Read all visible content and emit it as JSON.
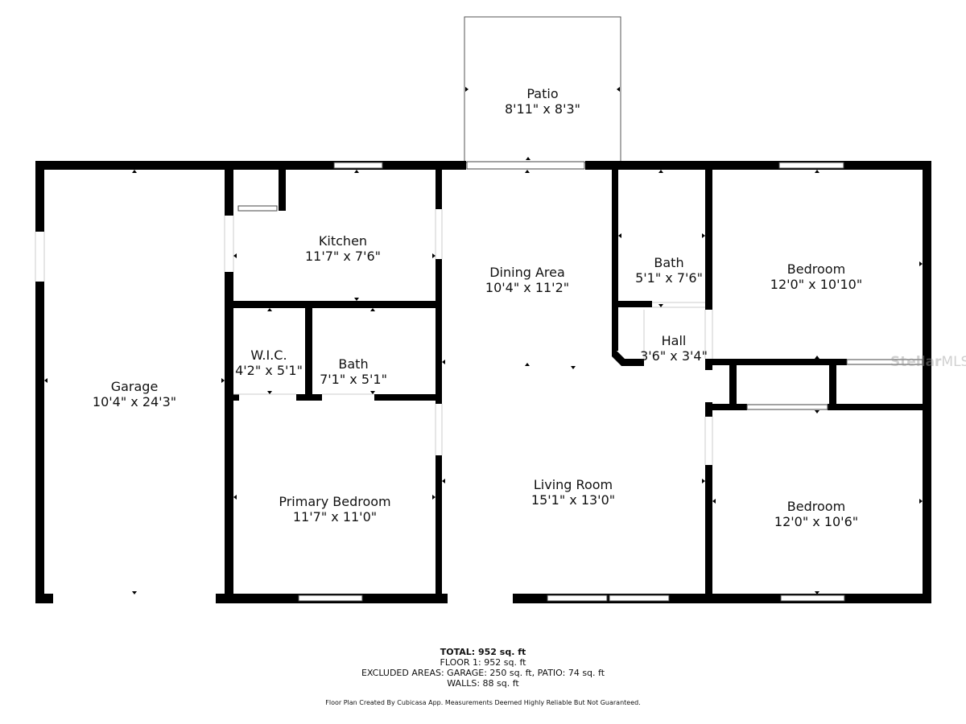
{
  "rooms": {
    "patio": {
      "name": "Patio",
      "dims": "8'11\" x 8'3\""
    },
    "kitchen": {
      "name": "Kitchen",
      "dims": "11'7\" x 7'6\""
    },
    "dining": {
      "name": "Dining Area",
      "dims": "10'4\" x 11'2\""
    },
    "bath_hall": {
      "name": "Bath",
      "dims": "5'1\" x 7'6\""
    },
    "bedroom_upper": {
      "name": "Bedroom",
      "dims": "12'0\" x 10'10\""
    },
    "garage": {
      "name": "Garage",
      "dims": "10'4\" x 24'3\""
    },
    "wic": {
      "name": "W.I.C.",
      "dims": "4'2\" x 5'1\""
    },
    "bath_primary": {
      "name": "Bath",
      "dims": "7'1\" x 5'1\""
    },
    "hall": {
      "name": "Hall",
      "dims": "3'6\" x 3'4\""
    },
    "living": {
      "name": "Living Room",
      "dims": "15'1\" x 13'0\""
    },
    "primary_bedroom": {
      "name": "Primary Bedroom",
      "dims": "11'7\" x 11'0\""
    },
    "bedroom_lower": {
      "name": "Bedroom",
      "dims": "12'0\" x 10'6\""
    }
  },
  "summary": {
    "total": "TOTAL: 952 sq. ft",
    "floor1": "FLOOR 1: 952 sq. ft",
    "excluded": "EXCLUDED AREAS: GARAGE: 250 sq. ft, PATIO: 74 sq. ft",
    "walls": "WALLS: 88 sq. ft"
  },
  "credit": "Floor Plan Created By Cubicasa App. Measurements Deemed Highly Reliable But Not Guaranteed.",
  "watermark": {
    "brand": "Stellar",
    "suffix": "MLS"
  }
}
